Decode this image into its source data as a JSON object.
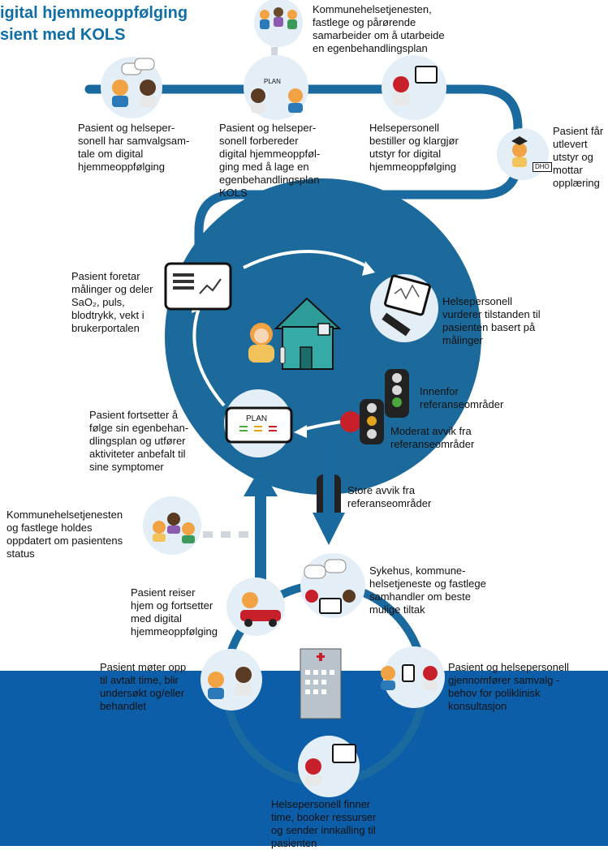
{
  "title": {
    "line1": "igital hjemmeoppfølging",
    "line2": "sient med KOLS"
  },
  "steps": {
    "top_collab": "Kommunehelsetjenesten,\nfastlege og pårørende\nsamarbeider om å utarbeide\nen egenbehandlingsplan",
    "shared_decision": "Pasient og helseper-\nsonell har samvalgsam-\ntale om digital\nhjemmeoppfølging",
    "plan_prep": "Pasient og helseper-\nsonell forbereder\ndigital hjemmeoppføl-\nging med å lage en\negenbehandlingsplan\nKOLS",
    "order_equipment": "Helsepersonell\nbestiller og klargjør\nutstyr for digital\nhjemmeoppfølging",
    "training": "Pasient får\nutlevert\nutstyr og\nmottar\nopplæring",
    "measurements": "Pasient foretar\nmålinger og deler\nSaO₂, puls,\nblodtrykk, vekt i\nbrukerportalen",
    "assessment": "Helsepersonell\nvurderer tilstanden til\npasienten basert på\nmålinger",
    "within_range": "Innenfor\nreferanseområder",
    "moderate_dev": "Moderat avvik fra\nreferanseområder",
    "continue_plan": "Pasient fortsetter å\nfølge sin egenbehan-\ndlingsplan og utfører\naktiviteter anbefalt til\nsine symptomer",
    "large_dev": "Store avvik fra\nreferanseområder",
    "kept_updated": "Kommunehelsetjenesten\nog fastlege holdes\noppdatert om pasientens\nstatus",
    "hospital_collab": "Sykehus, kommune-\nhelsetjeneste og fastlege\nsamhandler om beste\nmulige tiltak",
    "go_home": "Pasient reiser\nhjem og fortsetter\nmed digital\nhjemmeoppfølging",
    "appointment": "Pasient møter opp\ntil avtalt time, blir\nundersøkt og/eller\nbehandlet",
    "outpatient": "Pasient og helsepersonell\ngjennomfører samvalg -\nbehov for poliklinisk\nkonsultasjon",
    "booking": "Helsepersonell finner\ntime, booker ressurser\nog sender innkalling til\npasienten"
  },
  "device_labels": {
    "plan": "PLAN",
    "dho": "DHO"
  },
  "colors": {
    "path_blue": "#1a6aa0",
    "circle_blue": "#1b6a9b",
    "sea_blue": "#0c5ea8",
    "light_circle": "#e4eef7",
    "light_red": "#c8202a",
    "light_yellow": "#e2a21b",
    "light_green": "#4aa83c"
  }
}
